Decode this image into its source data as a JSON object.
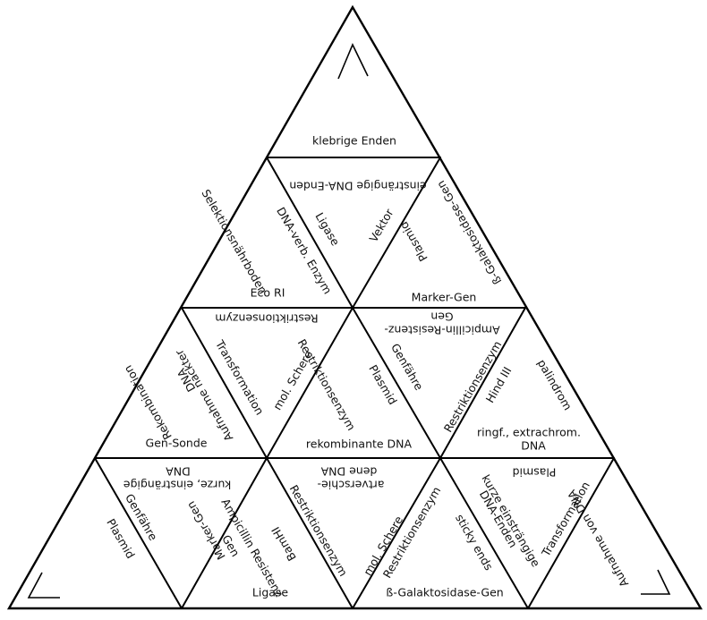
{
  "labels": {
    "t1": "klebrige Enden",
    "t2": "einsträngige DNA-Enden",
    "t3": "Ligase",
    "t4": "Vektor",
    "t5": "Selektionsnährboden",
    "t6": "DNA-verb. Enzym",
    "t7": "Eco RI",
    "t8": "Plasmid",
    "t9": "ß-Galaktosidase-Gen",
    "t10": "Marker-Gen",
    "t11": "Restriktionsenzym",
    "t12": "Ampicillin-Resistenz-",
    "t13": "Gen",
    "t14": "Transformation",
    "t15": "mol. Schere",
    "t16": "Restriktionsenzym",
    "t17": "Plasmid",
    "t18": "Genfähre",
    "t19": "Restriktionsenzym",
    "t20": "Hind III",
    "t21": "palindrom",
    "t22": "Rekombination",
    "t23": "DNA",
    "t24": "Aufnahme nackter",
    "t25": "Gen-Sonde",
    "t26": "rekombinante DNA",
    "t27": "ringf., extrachrom.",
    "t28": "DNA",
    "t29": "kurze, einsträngige",
    "t30": "DNA",
    "t31": "artverschie-",
    "t32": "dene DNA",
    "t33": "Plasmid",
    "t34": "Genfähre",
    "t35": "Plasmid",
    "t36": "Marker-Gen",
    "t37": "Ampicillin Resistenz",
    "t38": "Gen",
    "t39": "BamHI",
    "t40": "Restriktionsenzym",
    "t41": "Ligase",
    "t42": "mol. Schere",
    "t43": "Restriktionsenzym",
    "t44": "sticky ends",
    "t45": "ß-Galaktosidase-Gen",
    "t46": "kurze einsträngige",
    "t47": "DNA-Enden",
    "t48": "Transformation",
    "t49": "Aufnahme von DNA"
  }
}
